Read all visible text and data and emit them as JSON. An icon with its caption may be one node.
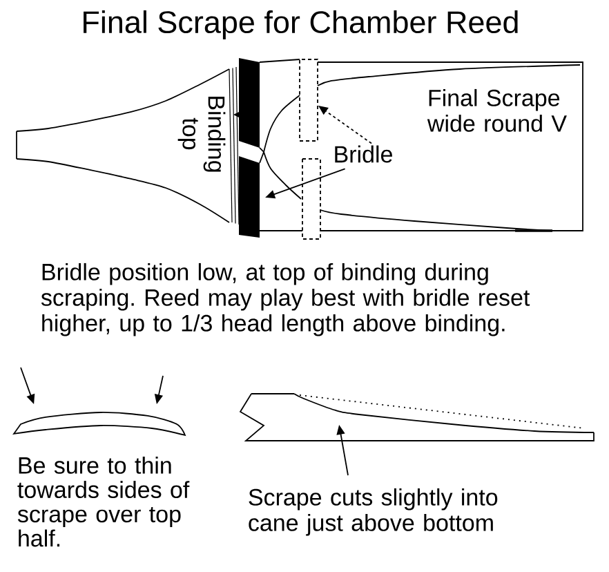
{
  "diagram": {
    "title": "Final Scrape for Chamber Reed",
    "nodes": [
      {
        "text": [],
        "shape": "box"
      },
      {
        "text": [
          "Bridle"
        ]
      },
      {
        "text": [],
        "shape": "picture"
      },
      {
        "text": [],
        "shape": "picture"
      },
      {
        "text": [
          "Scrape cuts slightly into cane just above bottom"
        ]
      }
    ],
    "edges": [
      {
        "from": 1,
        "to": 0,
        "arrow": "to",
        "style": "dashed"
      },
      {
        "from": 1,
        "to": null,
        "arrow": "to"
      },
      {
        "from": null,
        "to": 2,
        "arrow": "to"
      },
      {
        "from": null,
        "to": 2,
        "arrow": "to"
      },
      {
        "from": 4,
        "to": 3,
        "arrow": "to"
      }
    ],
    "labels": [
      "Final Scrape wide round V",
      "Binding top",
      "Bridle position low, at top of binding during scraping. Reed may play best with bridle reset higher, up to 1/3 head length above binding.",
      "Be sure to thin towards sides of scrape over top half."
    ]
  }
}
